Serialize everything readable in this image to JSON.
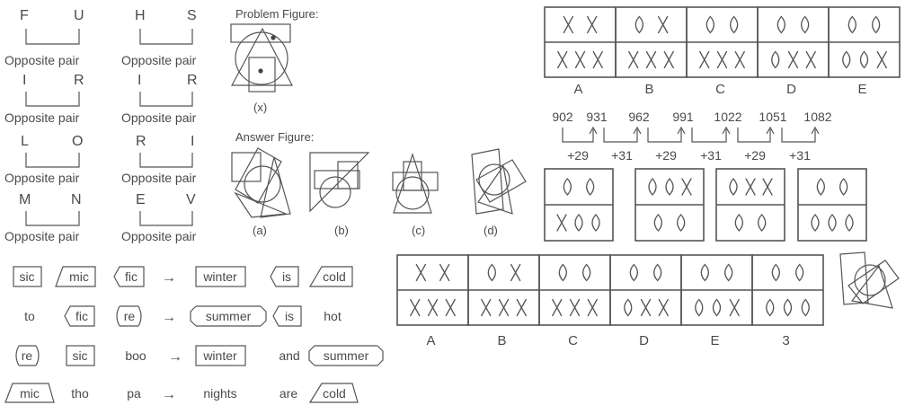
{
  "opposite_pairs": {
    "caption": "Opposite pair",
    "left": [
      [
        "F",
        "U"
      ],
      [
        "I",
        "R"
      ],
      [
        "L",
        "O"
      ],
      [
        "M",
        "N"
      ]
    ],
    "right": [
      [
        "H",
        "S"
      ],
      [
        "I",
        "R"
      ],
      [
        "R",
        "I"
      ],
      [
        "E",
        "V"
      ]
    ]
  },
  "figures": {
    "problem_title": "Problem Figure:",
    "problem_label": "(x)",
    "answer_title": "Answer Figure:",
    "answer_labels": [
      "(a)",
      "(b)",
      "(c)",
      "(d)"
    ]
  },
  "code_table": {
    "rows": [
      [
        "sic",
        "mic",
        "fic",
        "→",
        "winter",
        "is",
        "cold"
      ],
      [
        "to",
        "fic",
        "re",
        "→",
        "summer",
        "is",
        "hot"
      ],
      [
        "re",
        "sic",
        "boo",
        "→",
        "winter",
        "and",
        "summer"
      ],
      [
        "mic",
        "tho",
        "pa",
        "→",
        "nights",
        "are",
        "cold"
      ]
    ]
  },
  "number_series": {
    "numbers": [
      "902",
      "931",
      "962",
      "991",
      "1022",
      "1051",
      "1082"
    ],
    "differences": [
      "+29",
      "+31",
      "+29",
      "+31",
      "+29",
      "+31"
    ]
  },
  "symbol_series_top": {
    "labels": [
      "A",
      "B",
      "C",
      "D",
      "E"
    ],
    "cells": [
      [
        "XX",
        "XXX"
      ],
      [
        "OX",
        "XXX"
      ],
      [
        "OO",
        "XXX"
      ],
      [
        "OO",
        "OXX"
      ],
      [
        "OO",
        "OOX"
      ]
    ]
  },
  "symbol_options": {
    "cards": [
      [
        "OO",
        "XOO"
      ],
      [
        "OOX",
        "OO"
      ],
      [
        "OXX",
        "OO"
      ],
      [
        "OO",
        "OOO"
      ]
    ]
  },
  "symbol_series_bottom": {
    "labels": [
      "A",
      "B",
      "C",
      "D",
      "E",
      "3"
    ],
    "cells": [
      [
        "XX",
        "XXX"
      ],
      [
        "OX",
        "XXX"
      ],
      [
        "OO",
        "XXX"
      ],
      [
        "OO",
        "OXX"
      ],
      [
        "OO",
        "OOX"
      ],
      [
        "OO",
        "OOO"
      ]
    ]
  }
}
